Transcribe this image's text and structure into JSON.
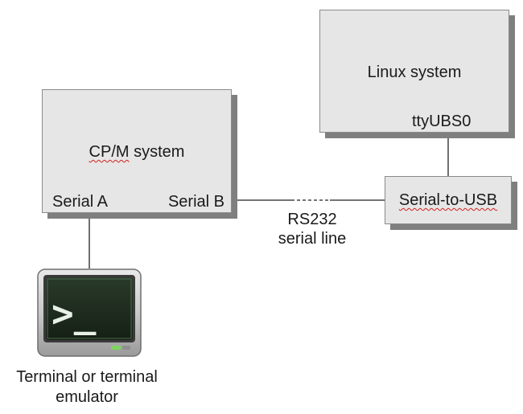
{
  "cpm": {
    "title_prefix": "CP/M",
    "title_suffix": " system",
    "serial_a": "Serial A",
    "serial_b": "Serial B"
  },
  "linux": {
    "title": "Linux system",
    "port": "ttyUBS0"
  },
  "adapter": {
    "label": "Serial-to-USB"
  },
  "link": {
    "line1": "RS232",
    "line2": "serial line"
  },
  "terminal": {
    "icon": "terminal-icon",
    "prompt": ">_",
    "caption_line1": "Terminal or terminal",
    "caption_line2": "emulator"
  },
  "colors": {
    "box_fill": "#e6e6e6",
    "box_shadow": "#7f7f7f",
    "spellcheck_underline": "#d42020"
  }
}
